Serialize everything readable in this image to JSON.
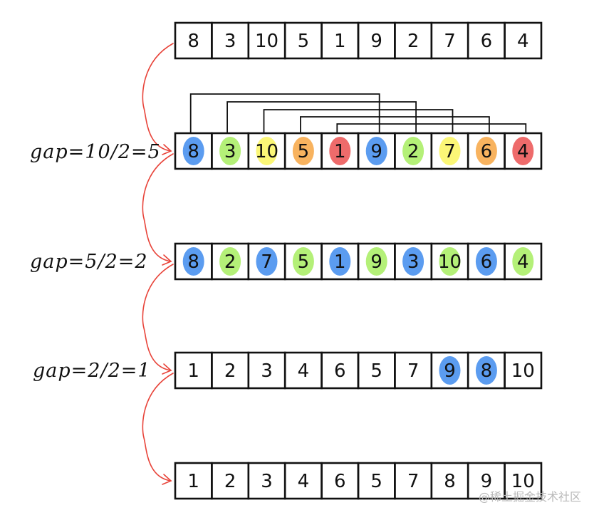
{
  "rows": [
    {
      "cells": [
        "8",
        "3",
        "10",
        "5",
        "1",
        "9",
        "2",
        "7",
        "6",
        "4"
      ],
      "highlights": [
        null,
        null,
        null,
        null,
        null,
        null,
        null,
        null,
        null,
        null
      ]
    },
    {
      "cells": [
        "8",
        "3",
        "10",
        "5",
        "1",
        "9",
        "2",
        "7",
        "6",
        "4"
      ],
      "highlights": [
        "blue",
        "green",
        "yellow",
        "orange",
        "red",
        "blue",
        "green",
        "yellow",
        "orange",
        "red"
      ]
    },
    {
      "cells": [
        "8",
        "2",
        "7",
        "5",
        "1",
        "9",
        "3",
        "10",
        "6",
        "4"
      ],
      "highlights": [
        "blue",
        "green",
        "blue",
        "green",
        "blue",
        "green",
        "blue",
        "green",
        "blue",
        "green"
      ]
    },
    {
      "cells": [
        "1",
        "2",
        "3",
        "4",
        "6",
        "5",
        "7",
        "9",
        "8",
        "10"
      ],
      "highlights": [
        null,
        null,
        null,
        null,
        null,
        null,
        null,
        "blue",
        "blue",
        null
      ]
    },
    {
      "cells": [
        "1",
        "2",
        "3",
        "4",
        "6",
        "5",
        "7",
        "8",
        "9",
        "10"
      ],
      "highlights": [
        null,
        null,
        null,
        null,
        null,
        null,
        null,
        null,
        null,
        null
      ]
    }
  ],
  "gap_labels": [
    "gap=10/2=5",
    "gap=5/2=2",
    "gap=2/2=1"
  ],
  "watermark": "@稀土掘金技术社区",
  "colors": {
    "blue": "#5b9cf0",
    "green": "#b4f078",
    "yellow": "#fbf777",
    "orange": "#f8b35f",
    "red": "#ee6b6b",
    "arrow": "#e8443a",
    "line": "#111111"
  }
}
